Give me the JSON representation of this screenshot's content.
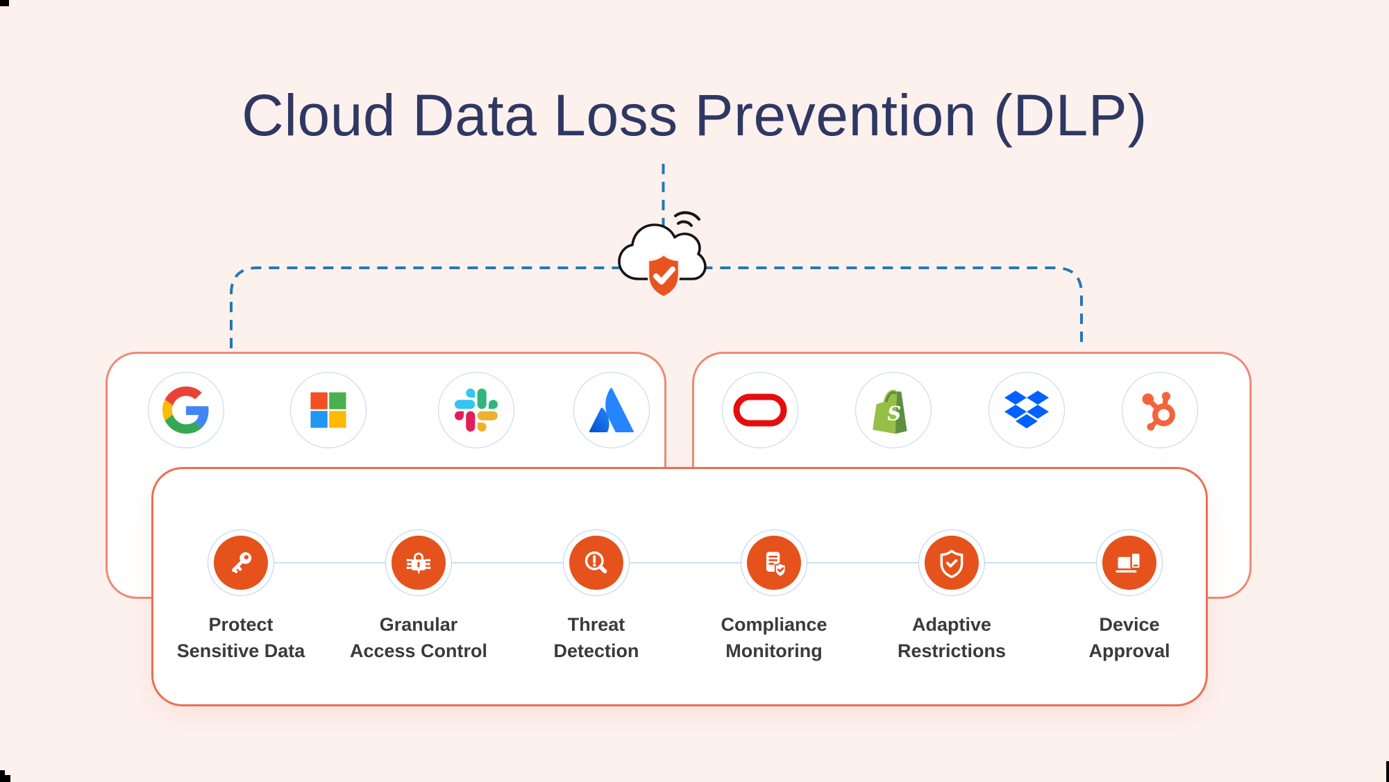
{
  "title": "Cloud Data Loss Prevention (DLP)",
  "colors": {
    "background": "#FDF1EE",
    "box_border": "#EC7C5F",
    "dashed_line": "#2578B2",
    "title_text": "#2F3763",
    "feature_orange": "#E5521C",
    "label_text": "#3A3A3A",
    "circle_ring": "#B9CFF0",
    "connector_line": "#CFE0F6"
  },
  "cloud": {
    "icon": "cloud-shield-check-icon"
  },
  "app_groups": [
    {
      "position": "left",
      "apps": [
        {
          "name": "Google",
          "icon": "google-logo-icon"
        },
        {
          "name": "Microsoft",
          "icon": "microsoft-logo-icon"
        },
        {
          "name": "Slack",
          "icon": "slack-logo-icon"
        },
        {
          "name": "Atlassian",
          "icon": "atlassian-logo-icon"
        }
      ]
    },
    {
      "position": "right",
      "apps": [
        {
          "name": "Oracle",
          "icon": "oracle-logo-icon"
        },
        {
          "name": "Shopify",
          "icon": "shopify-logo-icon"
        },
        {
          "name": "Dropbox",
          "icon": "dropbox-logo-icon"
        },
        {
          "name": "HubSpot",
          "icon": "hubspot-logo-icon"
        }
      ]
    }
  ],
  "features": [
    {
      "line1": "Protect",
      "line2": "Sensitive Data",
      "icon": "key-icon"
    },
    {
      "line1": "Granular",
      "line2": "Access Control",
      "icon": "access-control-icon"
    },
    {
      "line1": "Threat",
      "line2": "Detection",
      "icon": "magnifier-alert-icon"
    },
    {
      "line1": "Compliance",
      "line2": "Monitoring",
      "icon": "document-shield-icon"
    },
    {
      "line1": "Adaptive",
      "line2": "Restrictions",
      "icon": "shield-check-icon"
    },
    {
      "line1": "Device",
      "line2": "Approval",
      "icon": "devices-icon"
    }
  ]
}
